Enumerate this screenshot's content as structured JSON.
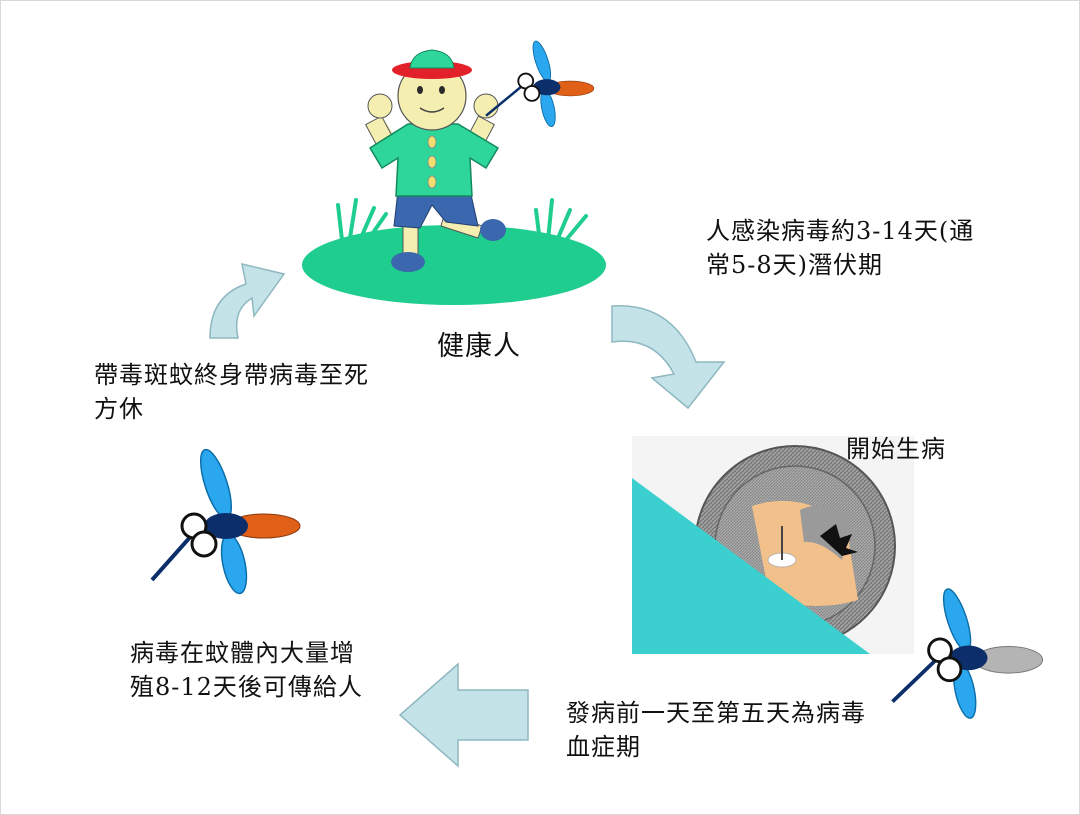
{
  "labels": {
    "healthy": "健康人",
    "infection": [
      "人感染病毒約3-14天(通",
      "常5-8天)潛伏期"
    ],
    "sick": "開始生病",
    "viremia": [
      "發病前一天至第五天為病毒",
      "血症期"
    ],
    "multiply": [
      "病毒在蚊體內大量增",
      "殖8-12天後可傳給人"
    ],
    "lifelong": [
      "帶毒斑蚊終身帶病毒至死",
      "方休"
    ]
  },
  "colors": {
    "arrow_fill": "#c3e3e9",
    "arrow_stroke": "#8fb7c0",
    "grass": "#1fcd8f",
    "shirt": "#2ed69a",
    "pants": "#3a67ad",
    "hat": "#e3212b",
    "skin": "#f4efb0",
    "wing": "#2ba7ef",
    "mosquito_body": "#0c2f6c",
    "mosquito_tail": "#e06018",
    "teal_panel": "#3ccfcf"
  },
  "icons": [
    "healthy-person-icon",
    "mosquito-icon",
    "sick-person-icon",
    "cycle-arrow-icon"
  ]
}
